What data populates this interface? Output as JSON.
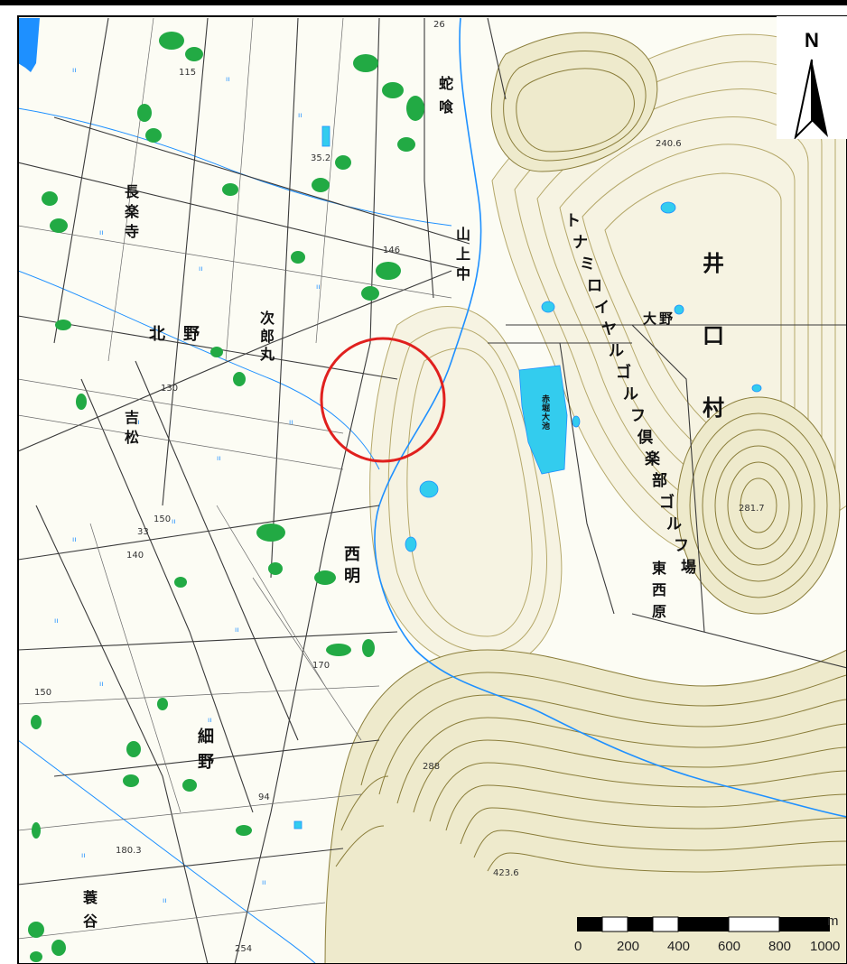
{
  "map": {
    "colors": {
      "paper": "#fcfcf4",
      "contour": "#b5a86a",
      "contour_dense": "#8a7d3a",
      "road": "#3a3a3a",
      "water": "#1e90ff",
      "pond": "#33ccee",
      "forest": "#22aa44",
      "highlight": "#e0201e"
    },
    "places": {
      "hebigui": "蛇喰",
      "choraku": "長楽寺",
      "yamakaminaka": "山上中",
      "kitano": "北野",
      "jirouumaru": "次郎丸",
      "yoshimatsu": "吉松",
      "nishiaki": "西明",
      "hosono": "細野",
      "yodani": "蓑谷",
      "iguchi": "井口村",
      "ono": "大野",
      "tozaihara": "東西原",
      "golf": "トナミロイヤルゴルフ倶楽部ゴルフ場",
      "pond": "赤堀大池"
    },
    "elevations": {
      "e1": "115",
      "e2": "35.2",
      "e3": "146",
      "e4": "130",
      "e5": "33",
      "e6": "150",
      "e7": "140",
      "e8": "150",
      "e9": "170",
      "e10": "180.3",
      "e11": "288",
      "e12": "423.6",
      "e13": "254",
      "e14": "240.6",
      "e15": "281.7",
      "e16": "26",
      "e17": "94"
    }
  },
  "north_arrow": {
    "label": "N"
  },
  "scale": {
    "unit": "m",
    "ticks": [
      "0",
      "200",
      "400",
      "600",
      "800",
      "1000"
    ]
  }
}
